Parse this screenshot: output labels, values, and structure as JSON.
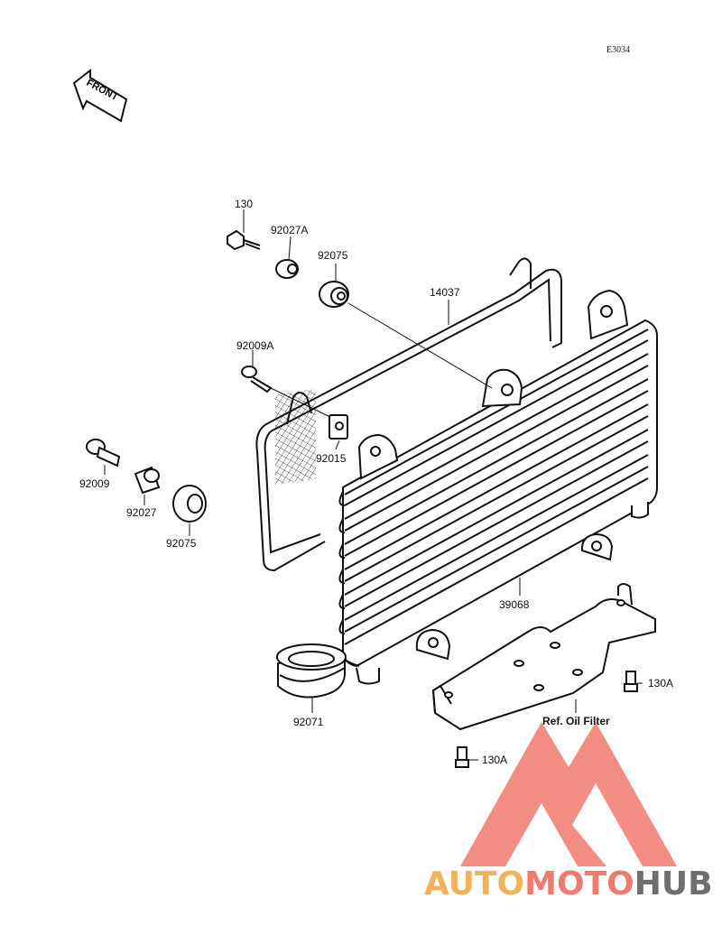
{
  "diagram": {
    "code": "E3034",
    "front_label": "FRONT",
    "parts": {
      "p130": "130",
      "p92027A": "92027A",
      "p92075_top": "92075",
      "p14037": "14037",
      "p92009A": "92009A",
      "p92015": "92015",
      "p92009": "92009",
      "p92027": "92027",
      "p92075_left": "92075",
      "p39068": "39068",
      "p92071": "92071",
      "p130A_right": "130A",
      "p130A_bottom": "130A",
      "ref_oil_filter": "Ref. Oil Filter"
    }
  },
  "watermark": {
    "auto": "AUTO",
    "moto": "MOTO",
    "hub": "HUB",
    "colors": {
      "auto": "#f2b25c",
      "moto": "#f07a6e",
      "hub": "#6e6e6e",
      "triangle": "#f07a6e"
    }
  }
}
